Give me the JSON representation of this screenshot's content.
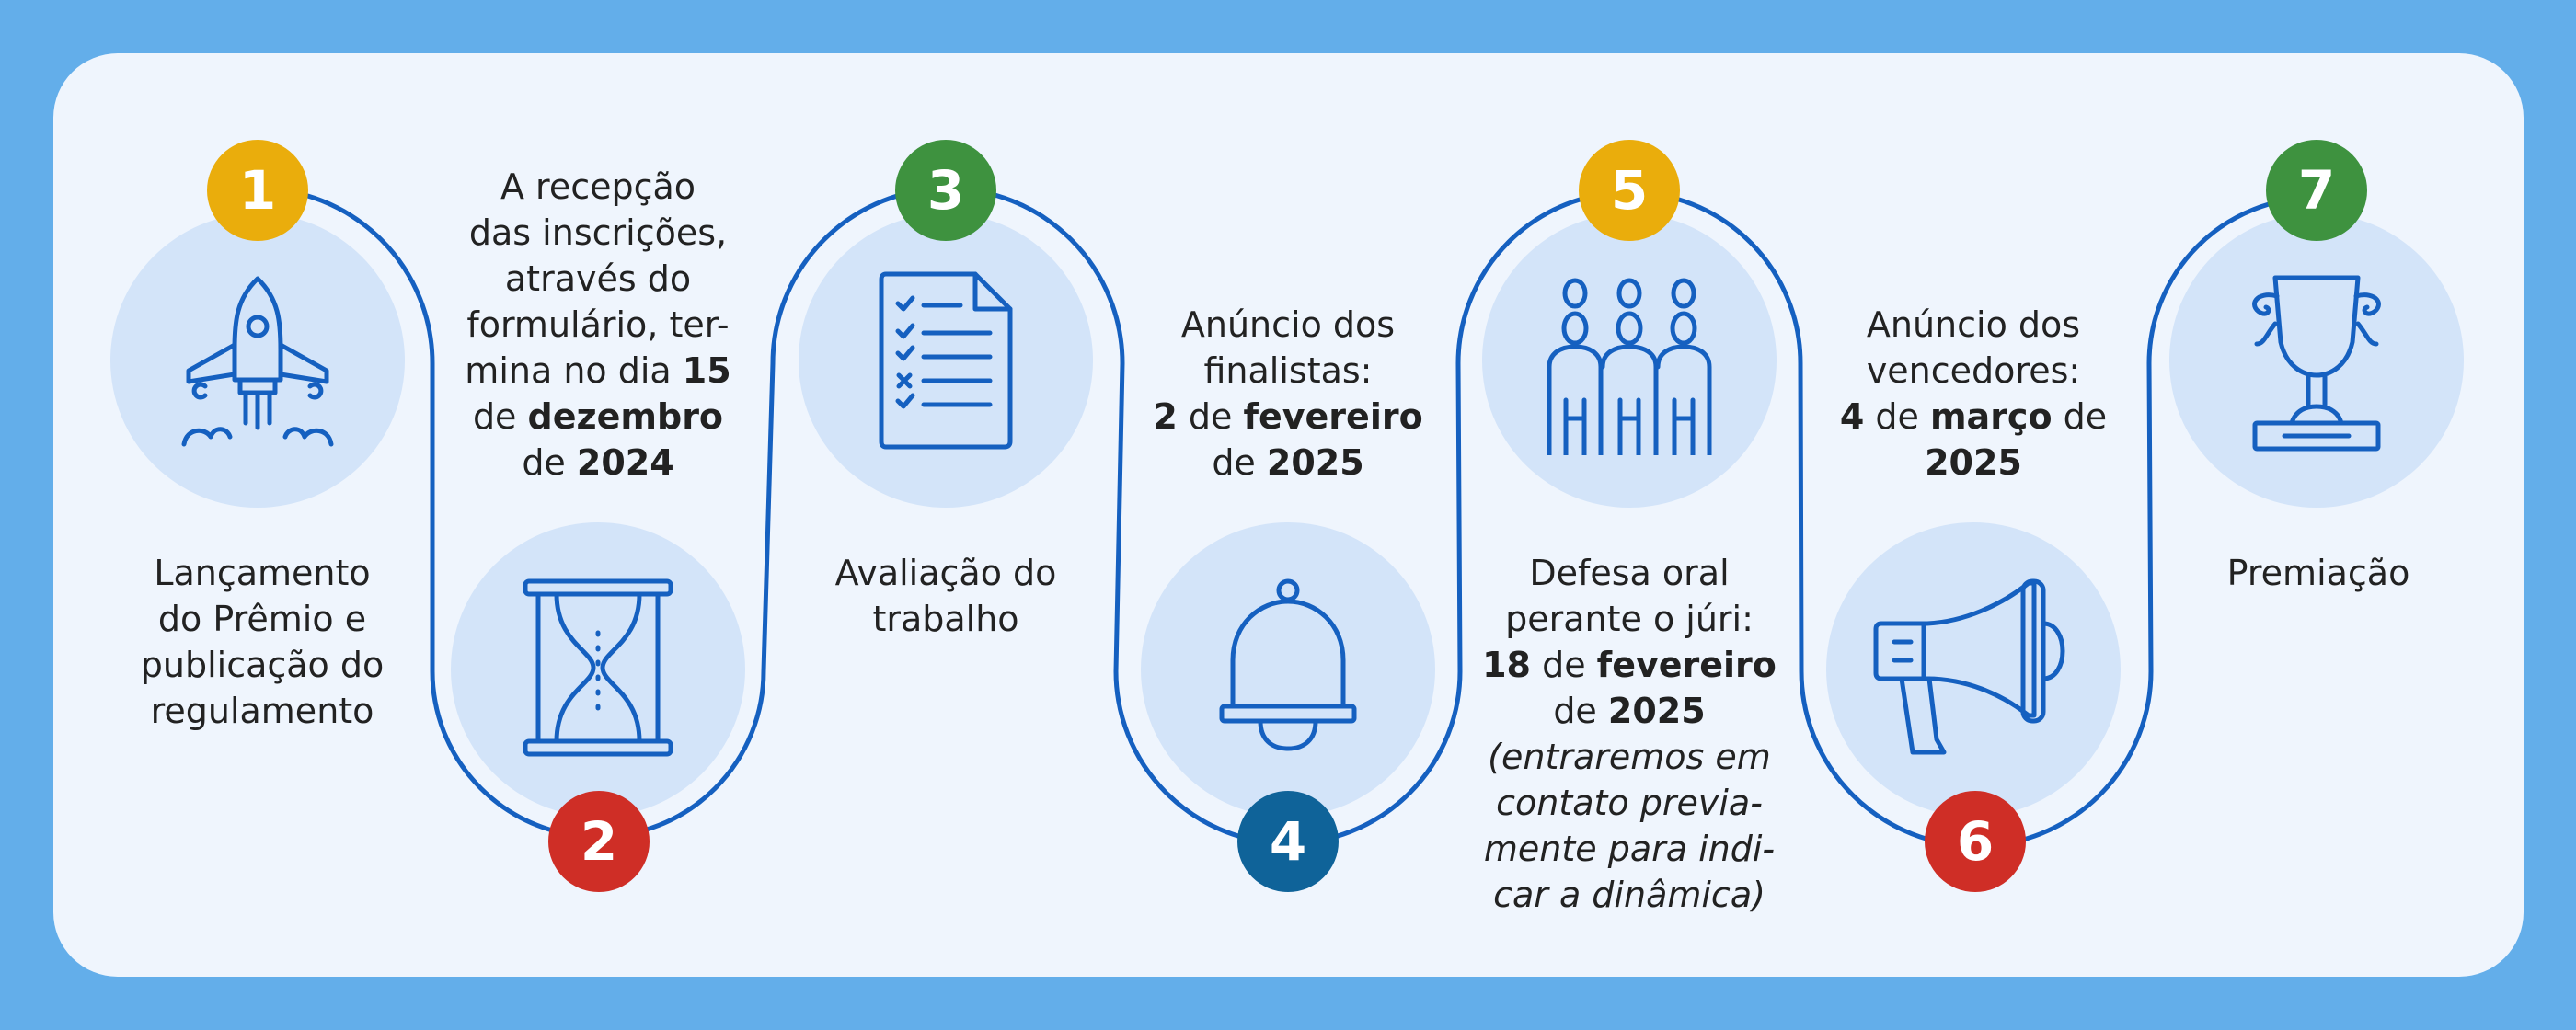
{
  "colors": {
    "background": "#63aeea",
    "card": "#eff5fd",
    "circle_fill": "#d3e4f9",
    "line": "#1560c0",
    "yellow": "#eaad0c",
    "green": "#3e923f",
    "red": "#cf2e26",
    "navy": "#0f6399"
  },
  "steps": [
    {
      "number": "1",
      "badge_color": "yellow",
      "icon": "rocket-icon",
      "label_lines": [
        "Lançamento",
        "do Prêmio e",
        "publicação do",
        "regulamento"
      ]
    },
    {
      "number": "2",
      "badge_color": "red",
      "icon": "hourglass-icon",
      "label_lines": [
        "A recepção",
        "das inscrições,",
        "através do",
        "formulário, ter-",
        "mina no dia",
        "de",
        "de"
      ],
      "label_bold": [
        "15",
        "dezembro",
        "2024"
      ]
    },
    {
      "number": "3",
      "badge_color": "green",
      "icon": "checklist-icon",
      "label_lines": [
        "Avaliação do",
        "trabalho"
      ]
    },
    {
      "number": "4",
      "badge_color": "navy",
      "icon": "bell-icon",
      "label_lines": [
        "Anúncio dos",
        "finalistas:",
        "de",
        "de"
      ],
      "label_bold": [
        "2",
        "fevereiro",
        "2025"
      ]
    },
    {
      "number": "5",
      "badge_color": "yellow",
      "icon": "group-icon",
      "label_lines": [
        "Defesa oral",
        "perante o júri:",
        "de",
        "de"
      ],
      "label_bold": [
        "18",
        "fevereiro",
        "2025"
      ],
      "label_note": [
        "(entraremos em",
        "contato previa-",
        "mente para indi-",
        "car a dinâmica)"
      ]
    },
    {
      "number": "6",
      "badge_color": "red",
      "icon": "megaphone-icon",
      "label_lines": [
        "Anúncio dos",
        "vencedores:",
        "de",
        "de"
      ],
      "label_bold": [
        "4",
        "março",
        "2025"
      ]
    },
    {
      "number": "7",
      "badge_color": "green",
      "icon": "trophy-icon",
      "label_lines": [
        "Premiação"
      ]
    }
  ]
}
